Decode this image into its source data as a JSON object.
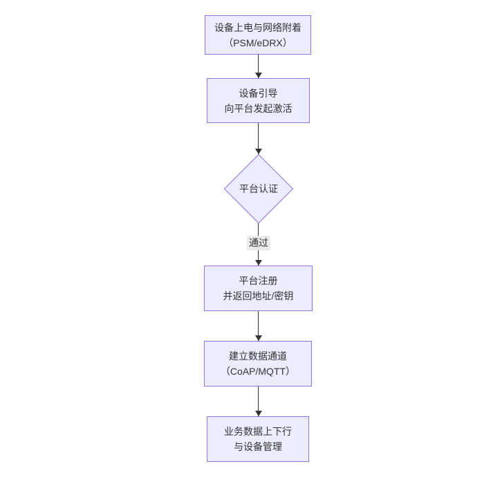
{
  "diagram": {
    "type": "flowchart",
    "direction": "top-down",
    "colors": {
      "background": "#ffffff",
      "node_fill": "#ECECFF",
      "node_border": "#9370DB",
      "arrow": "#333333",
      "edge_label_bg": "#e8e8e8",
      "text": "#333333"
    },
    "nodes": [
      {
        "id": "power-on-attach",
        "shape": "rect",
        "lines": [
          "设备上电与网络附着",
          "（PSM/eDRX）"
        ]
      },
      {
        "id": "device-bootstrap",
        "shape": "rect",
        "lines": [
          "设备引导",
          "向平台发起激活"
        ]
      },
      {
        "id": "platform-auth",
        "shape": "diamond",
        "lines": [
          "平台认证"
        ]
      },
      {
        "id": "platform-register",
        "shape": "rect",
        "lines": [
          "平台注册",
          "并返回地址/密钥"
        ]
      },
      {
        "id": "data-channel",
        "shape": "rect",
        "lines": [
          "建立数据通道",
          "（CoAP/MQTT）"
        ]
      },
      {
        "id": "business-data",
        "shape": "rect",
        "lines": [
          "业务数据上下行",
          "与设备管理"
        ]
      }
    ],
    "edges": [
      {
        "from": "power-on-attach",
        "to": "device-bootstrap",
        "label": ""
      },
      {
        "from": "device-bootstrap",
        "to": "platform-auth",
        "label": ""
      },
      {
        "from": "platform-auth",
        "to": "platform-register",
        "label": "通过"
      },
      {
        "from": "platform-register",
        "to": "data-channel",
        "label": ""
      },
      {
        "from": "data-channel",
        "to": "business-data",
        "label": ""
      }
    ]
  }
}
